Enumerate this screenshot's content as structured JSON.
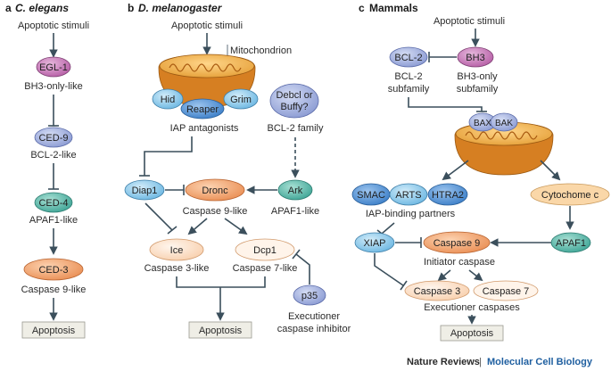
{
  "panels": {
    "a": {
      "letter": "a",
      "title": "C. elegans",
      "stimulus": "Apoptotic stimuli",
      "egl1": "EGL-1",
      "egl1_desc": "BH3-only-like",
      "ced9": "CED-9",
      "ced9_desc": "BCL-2-like",
      "ced4": "CED-4",
      "ced4_desc": "APAF1-like",
      "ced3": "CED-3",
      "ced3_desc": "Caspase 9-like",
      "outcome": "Apoptosis"
    },
    "b": {
      "letter": "b",
      "title": "D. melanogaster",
      "stimulus": "Apoptotic stimuli",
      "mito_label": "Mitochondrion",
      "hid": "Hid",
      "grim": "Grim",
      "reaper": "Reaper",
      "iap_antagonists": "IAP antagonists",
      "debcl_line1": "Debcl or",
      "debcl_line2": "Buffy?",
      "bcl2_family": "BCL-2 family",
      "diap1": "Diap1",
      "dronc": "Dronc",
      "ark": "Ark",
      "dronc_desc": "Caspase 9-like",
      "ark_desc": "APAF1-like",
      "ice": "Ice",
      "ice_desc": "Caspase 3-like",
      "dcp1": "Dcp1",
      "dcp1_desc": "Caspase 7-like",
      "p35": "p35",
      "p35_desc_line1": "Executioner",
      "p35_desc_line2": "caspase inhibitor",
      "outcome": "Apoptosis"
    },
    "c": {
      "letter": "c",
      "title": "Mammals",
      "stimulus": "Apoptotic stimuli",
      "bcl2": "BCL-2",
      "bh3": "BH3",
      "bcl2_desc_line1": "BCL-2",
      "bcl2_desc_line2": "subfamily",
      "bh3_desc_line1": "BH3-only",
      "bh3_desc_line2": "subfamily",
      "bax": "BAX",
      "bak": "BAK",
      "smac": "SMAC",
      "arts": "ARTS",
      "htra2": "HTRA2",
      "iap_binding": "IAP-binding partners",
      "cytc": "Cytochome c",
      "xiap": "XIAP",
      "casp9": "Caspase 9",
      "apaf1": "APAF1",
      "initiator": "Initiator caspase",
      "casp3": "Caspase 3",
      "casp7": "Caspase 7",
      "executioner": "Executioner caspases",
      "outcome": "Apoptosis"
    }
  },
  "credit": {
    "journal": "Nature Reviews",
    "separator": "|",
    "section": "Molecular Cell Biology"
  },
  "colors": {
    "arrow": "#3b4f5c",
    "egl1": "#c272b2",
    "bcl_blue": "#8fa3d6",
    "teal": "#4fb3a4",
    "orange": "#f0a070",
    "peach": "#fde1c8",
    "sky": "#7fc2e6",
    "mito": "#e8a040",
    "journal_blue": "#1f5fa0"
  }
}
